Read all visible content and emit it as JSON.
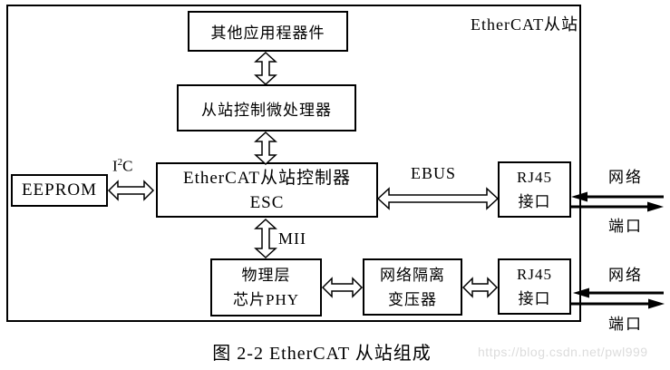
{
  "diagram": {
    "title": "EtherCAT从站",
    "boxes": {
      "other_app": {
        "label": "其他应用程器件"
      },
      "mcu": {
        "label": "从站控制微处理器"
      },
      "esc": {
        "line1": "EtherCAT从站控制器",
        "line2": "ESC"
      },
      "eeprom": {
        "label": "EEPROM"
      },
      "rj45_top": {
        "line1": "RJ45",
        "line2": "接口"
      },
      "phy": {
        "line1": "物理层",
        "line2": "芯片PHY"
      },
      "transformer": {
        "line1": "网络隔离",
        "line2": "变压器"
      },
      "rj45_bottom": {
        "line1": "RJ45",
        "line2": "接口"
      }
    },
    "bus_labels": {
      "i2c": {
        "base": "I",
        "sup": "2",
        "tail": "C"
      },
      "ebus": "EBUS",
      "mii": "MII"
    },
    "ports": {
      "top": {
        "line1": "网络",
        "line2": "端口"
      },
      "bottom": {
        "line1": "网络",
        "line2": "端口"
      }
    }
  },
  "caption": "图 2-2 EtherCAT 从站组成",
  "watermark": "https://blog.csdn.net/pwl999",
  "colors": {
    "line": "#000000",
    "background": "#ffffff",
    "watermark_text": "#dcdcdc"
  }
}
